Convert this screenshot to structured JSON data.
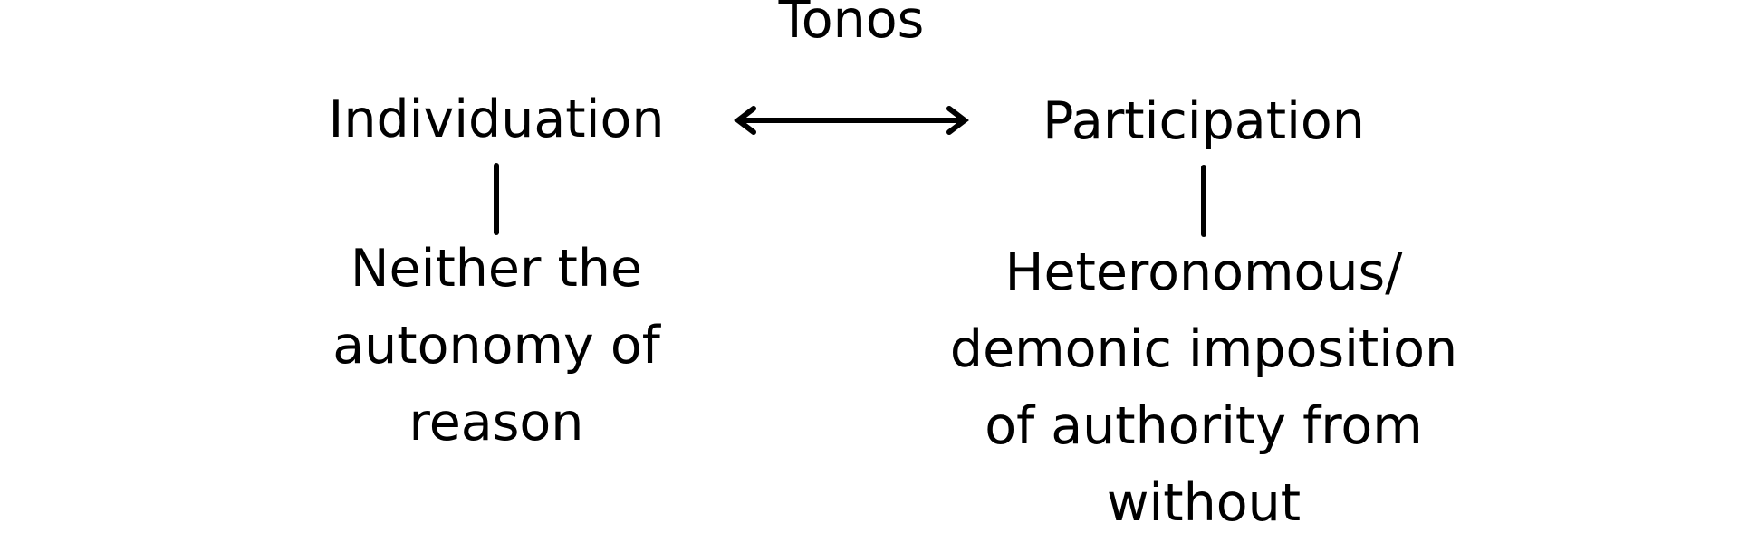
{
  "diagram": {
    "top_label": "Tonos",
    "left": {
      "heading": "Individuation",
      "body_lines": [
        "Neither the",
        "autonomy of",
        "reason"
      ]
    },
    "right": {
      "heading": "Participation",
      "body_lines": [
        "Heteronomous/",
        "demonic imposition",
        "of authority from",
        "without"
      ]
    },
    "line_color": "#000000"
  }
}
